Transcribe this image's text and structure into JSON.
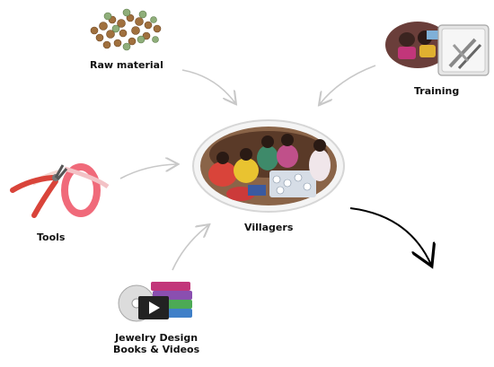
{
  "labels": {
    "raw_material": "Raw material",
    "training": "Training",
    "villagers": "Villagers",
    "tools": "Tools",
    "jewelry_line1": "Jewelry Design",
    "jewelry_line2": "Books & Videos"
  },
  "colors": {
    "arrow_gray": "#c8c8c8",
    "arrow_black": "#000000",
    "bead_brown": "#a0703e",
    "bead_green": "#8fae7a",
    "plier_red": "#d9443a",
    "book_pink": "#c2367a",
    "book_green": "#4caa55"
  }
}
